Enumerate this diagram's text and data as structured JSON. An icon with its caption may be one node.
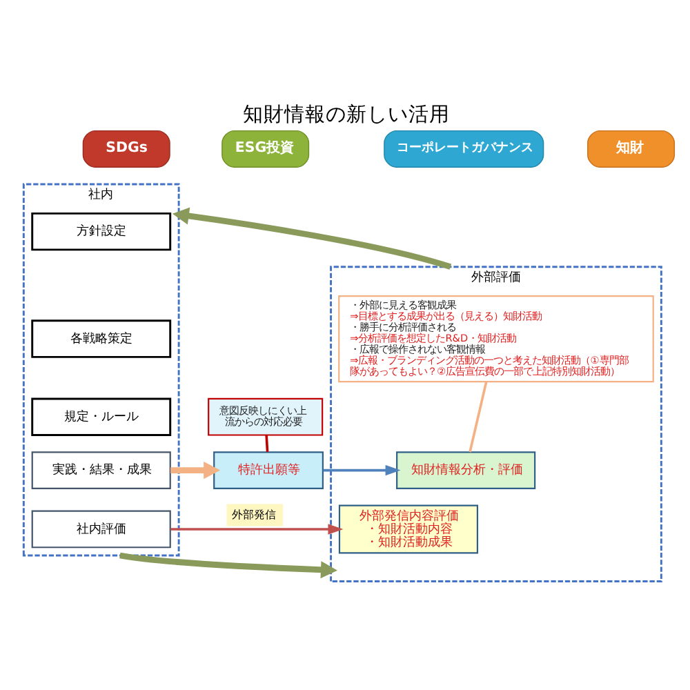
{
  "diagram": {
    "title": "知財情報の新しい活用",
    "nodes": [
      {
        "text": [
          "SDGs"
        ]
      },
      {
        "text": [
          "ESG投資"
        ]
      },
      {
        "text": [
          "コーポレートガバナンス"
        ]
      },
      {
        "text": [
          "知財"
        ]
      },
      {
        "text": [
          "社内"
        ]
      },
      {
        "text": [
          "方針設定"
        ],
        "in": 4
      },
      {
        "text": [
          "各戦略策定"
        ],
        "in": 4
      },
      {
        "text": [
          "規定・ルール"
        ],
        "in": 4
      },
      {
        "text": [
          "実践・結果・成果"
        ],
        "in": 4
      },
      {
        "text": [
          "社内評価"
        ],
        "in": 4
      },
      {
        "text": [
          "意図反映しにくい上流からの対応必要"
        ]
      },
      {
        "text": [
          "特許出願等"
        ]
      },
      {
        "text": [
          "外部評価"
        ]
      },
      {
        "text": [
          "・外部に見える客観成果",
          "⇒目標とする成果が出る（見える）知財活動",
          "・勝手に分析評価される",
          "⇒分析評価を想定したR&D・知財活動",
          "・広報で操作されない客観情報",
          "⇒広報・ブランディング活動の一つと考えた知財活動（①専門部隊があってもよい？②広告宣伝費の一部で上記特別知財活動）"
        ],
        "in": 12
      },
      {
        "text": [
          "知財情報分析・評価"
        ],
        "in": 12
      },
      {
        "text": [
          "外部発信内容評価",
          "・知財活動内容",
          "・知財活動成果"
        ],
        "in": 12
      }
    ],
    "edges": [
      {
        "from": 8,
        "to": 11,
        "arrow": "to",
        "style": "thick",
        "color": "#f4b183"
      },
      {
        "from": 11,
        "to": 14,
        "arrow": "to",
        "color": "#4f81bd"
      },
      {
        "from": 9,
        "to": 15,
        "arrow": "to",
        "label": "外部発信",
        "color": "#c0504d"
      },
      {
        "from": 12,
        "to": 4,
        "arrow": "to",
        "style": "thick",
        "color": "#8a9a5b"
      },
      {
        "from": 4,
        "to": 12,
        "arrow": "to",
        "style": "thick",
        "color": "#8a9a5b"
      },
      {
        "from": 10,
        "to": 11,
        "arrow": "none",
        "color": "#c00000"
      },
      {
        "from": 13,
        "to": 14,
        "arrow": "none",
        "color": "#f4b183"
      }
    ]
  }
}
